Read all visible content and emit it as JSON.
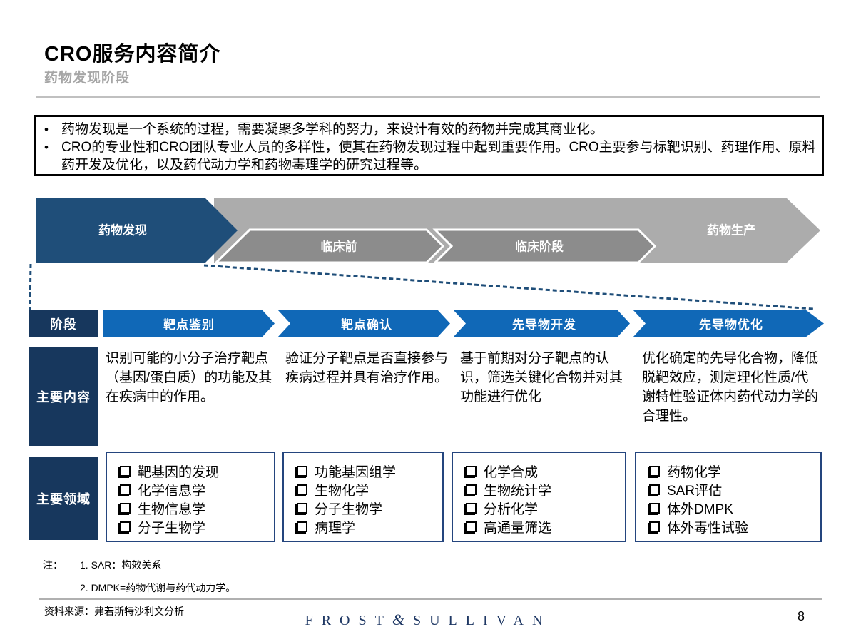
{
  "page": {
    "title": "CRO服务内容简介",
    "subtitle": "药物发现阶段",
    "page_number": "8",
    "source": "资料来源：弗若斯特沙利文分析",
    "logo_left": "FROST",
    "logo_amp": "&",
    "logo_right": "SULLIVAN"
  },
  "intro": {
    "bullet_marker": "•",
    "bullets": [
      "药物发现是一个系统的过程，需要凝聚多学科的努力，来设计有效的药物并完成其商业化。",
      "CRO的专业性和CRO团队专业人员的多样性，使其在药物发现过程中起到重要作用。CRO主要参与标靶识别、药理作用、原料药开发及优化，以及药代动力学和药物毒理学的研究过程等。"
    ]
  },
  "flow": {
    "stages": [
      "药物发现",
      "临床前",
      "临床阶段",
      "药物生产"
    ]
  },
  "matrix": {
    "row_headers": {
      "stage": "阶段",
      "content": "主要内容",
      "domain": "主要领域"
    },
    "stages": [
      "靶点鉴别",
      "靶点确认",
      "先导物开发",
      "先导物优化"
    ],
    "contents": [
      "识别可能的小分子治疗靶点（基因/蛋白质）的功能及其在疾病中的作用。",
      "验证分子靶点是否直接参与疾病过程并具有治疗作用。",
      "基于前期对分子靶点的认识，筛选关键化合物并对其功能进行优化",
      "优化确定的先导化合物，降低脱靶效应，测定理化性质/代谢特性验证体内药代动力学的合理性。"
    ],
    "domains": [
      [
        "靶基因的发现",
        "化学信息学",
        "生物信息学",
        "分子生物学"
      ],
      [
        "功能基因组学",
        "生物化学",
        "分子生物学",
        "病理学"
      ],
      [
        "化学合成",
        "生物统计学",
        "分析化学",
        "高通量筛选"
      ],
      [
        "药物化学",
        "SAR评估",
        "体外DMPK",
        "体外毒性试验"
      ]
    ]
  },
  "notes": {
    "label": "注：",
    "items": [
      "1. SAR：构效关系",
      "2. DMPK=药物代谢与药代动力学。"
    ]
  },
  "colors": {
    "navy_label": "#17375D",
    "navy_arrow": "#1F4E79",
    "stage_blue": "#1068B7",
    "gray_light": "#ACACAC",
    "gray_mid": "#8C8C8C",
    "box_border_navy": "#24457E",
    "subtitle_gray": "#A6A6A6",
    "logo_navy": "#1F3864"
  }
}
